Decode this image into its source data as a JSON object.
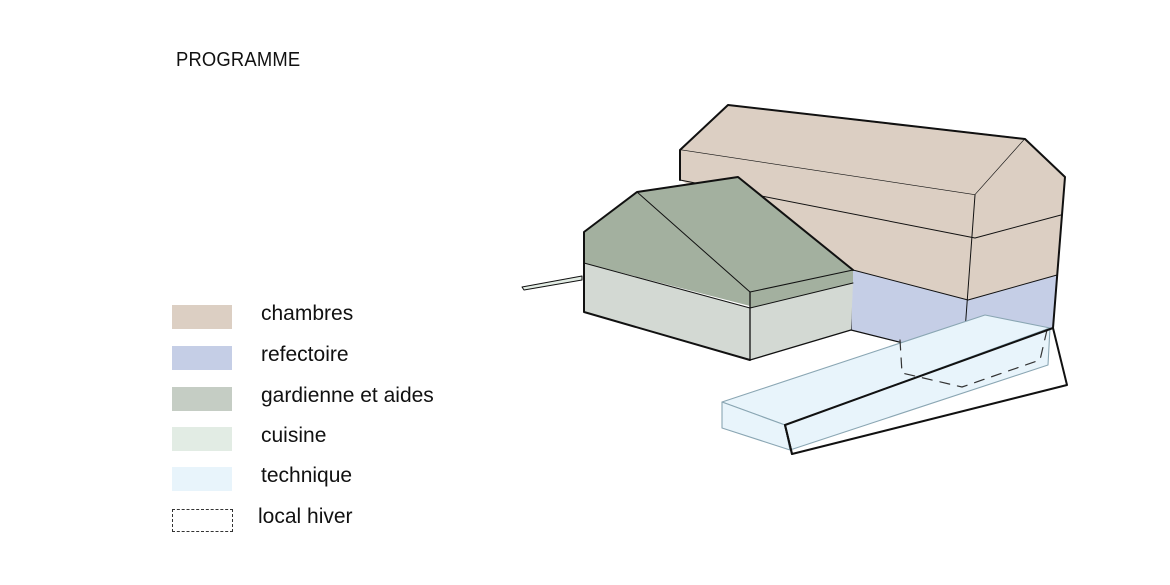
{
  "title": "PROGRAMME",
  "legend": [
    {
      "label": "chambres",
      "color": "#dccfc3",
      "style": "fill"
    },
    {
      "label": "refectoire",
      "color": "#c5cee6",
      "style": "fill"
    },
    {
      "label": "gardienne et aides",
      "color": "#c5cdc4",
      "style": "fill"
    },
    {
      "label": "cuisine",
      "color": "#e2ece4",
      "style": "fill"
    },
    {
      "label": "technique",
      "color": "#e8f4fb",
      "style": "fill"
    },
    {
      "label": "local hiver",
      "color": "#333333",
      "style": "dashed-outline"
    }
  ],
  "colors": {
    "chambres": "#dccfc3",
    "refectoire": "#c5cee6",
    "gardienne_roof": "#a3b09f",
    "gardienne_walls": "#d3d9d3",
    "cuisine": "#e2ece4",
    "technique": "#e8f4fb",
    "technique_stroke": "#8aa6b3",
    "outline": "#111111"
  }
}
